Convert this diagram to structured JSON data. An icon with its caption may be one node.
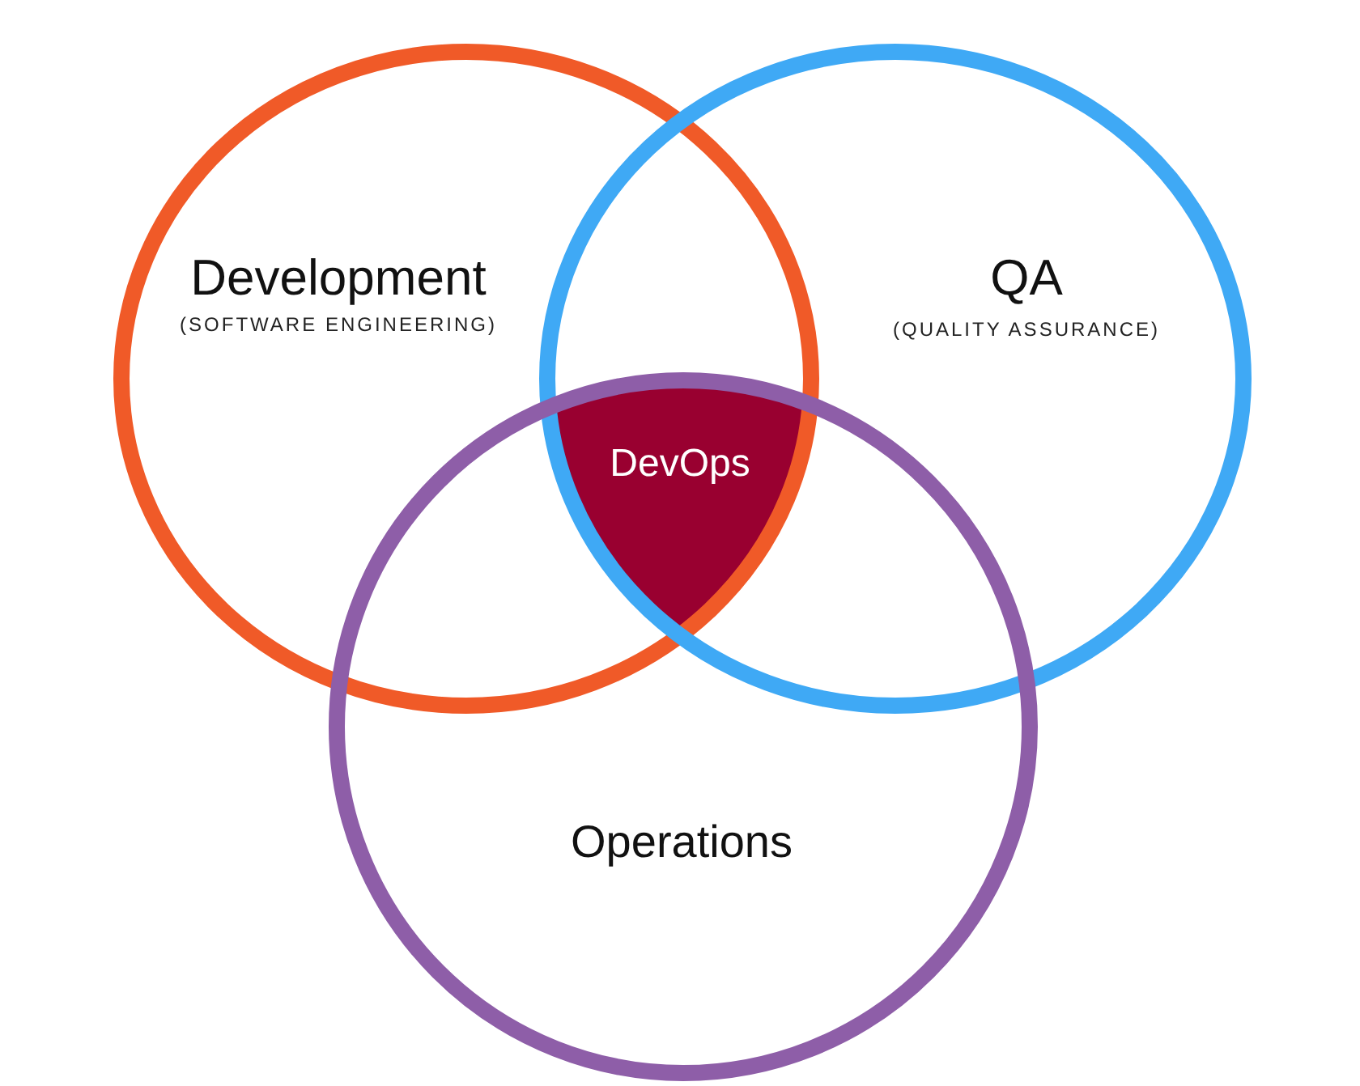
{
  "diagram": {
    "nodes": [
      {
        "text": [
          "Development",
          "(SOFTWARE ENGINEERING)"
        ]
      },
      {
        "text": [
          "QA",
          "(QUALITY ASSURANCE)"
        ]
      },
      {
        "text": [
          "Operations"
        ]
      },
      {
        "text": [
          "DevOps"
        ]
      }
    ]
  }
}
